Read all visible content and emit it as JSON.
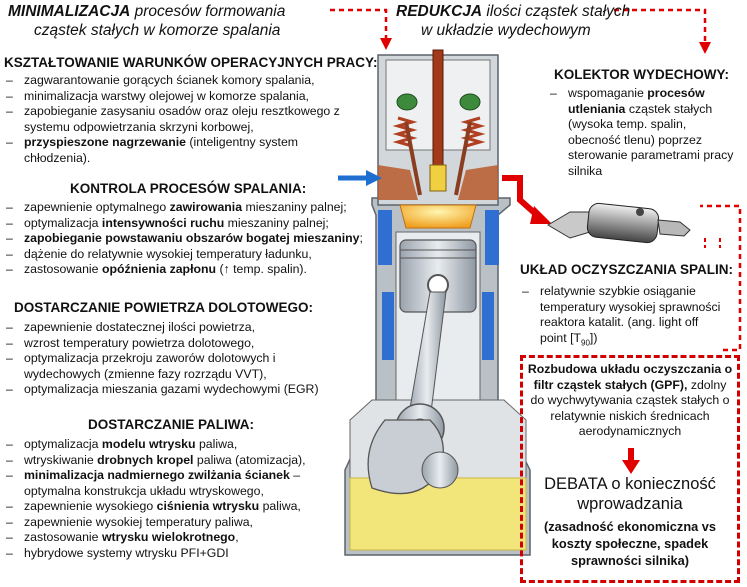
{
  "titles": {
    "left_bold": "MINIMALIZACJA",
    "left_rest": " procesów formowania",
    "left_line2": "cząstek stałych w komorze spalania",
    "right_bold": "REDUKCJA",
    "right_rest": " ilości cząstek stałych",
    "right_line2": "w układzie wydechowym"
  },
  "sections": [
    {
      "header": "KSZTAŁTOWANIE WARUNKÓW OPERACYJNYCH PRACY:",
      "items": [
        {
          "pre": "zagwarantowanie gorących ścianek komory spalania,",
          "b": "",
          "post": ""
        },
        {
          "pre": "minimalizacja warstwy olejowej w komorze spalania,",
          "b": "",
          "post": ""
        },
        {
          "pre": "zapobieganie zasysaniu osadów oraz oleju resztkowego z systemu odpowietrzania skrzyni korbowej,",
          "b": "",
          "post": ""
        },
        {
          "pre": "",
          "b": "przyspieszone nagrzewanie",
          "post": " (inteligentny system chłodzenia)."
        }
      ]
    },
    {
      "header": "KONTROLA PROCESÓW SPALANIA:",
      "items": [
        {
          "pre": "zapewnienie optymalnego ",
          "b": "zawirowania",
          "post": " mieszaniny palnej;"
        },
        {
          "pre": "optymalizacja ",
          "b": "intensywności ruchu",
          "post": " mieszaniny palnej;"
        },
        {
          "pre": "",
          "b": "zapobieganie powstawaniu obszarów bogatej mieszaniny",
          "post": ";"
        },
        {
          "pre": "dążenie do relatywnie wysokiej temperatury ładunku,",
          "b": "",
          "post": ""
        },
        {
          "pre": "zastosowanie ",
          "b": "opóźnienia zapłonu",
          "post": " (↑ temp. spalin)."
        }
      ]
    },
    {
      "header": "DOSTARCZANIE POWIETRZA DOLOTOWEGO:",
      "items": [
        {
          "pre": "zapewnienie dostatecznej ilości powietrza,",
          "b": "",
          "post": ""
        },
        {
          "pre": "wzrost temperatury powietrza dolotowego,",
          "b": "",
          "post": ""
        },
        {
          "pre": "optymalizacja przekroju zaworów dolotowych i wydechowych  (zmienne fazy rozrządu VVT),",
          "b": "",
          "post": ""
        },
        {
          "pre": "optymalizacja mieszania gazami wydechowymi  (EGR)",
          "b": "",
          "post": ""
        }
      ]
    },
    {
      "header": "DOSTARCZANIE PALIWA:",
      "items": [
        {
          "pre": "optymalizacja ",
          "b": "modelu wtrysku",
          "post": " paliwa,"
        },
        {
          "pre": "wtryskiwanie ",
          "b": "drobnych kropel",
          "post": " paliwa (atomizacja),"
        },
        {
          "pre": "",
          "b": "minimalizacja  nadmiernego zwilżania ścianek",
          "post": " – optymalna konstrukcja układu wtryskowego,"
        },
        {
          "pre": "zapewnienie wysokiego ",
          "b": "ciśnienia wtrysku",
          "post": " paliwa,"
        },
        {
          "pre": "zapewnienie wysokiej temperatury paliwa,",
          "b": "",
          "post": ""
        },
        {
          "pre": "zastosowanie ",
          "b": "wtrysku wielokrotnego",
          "post": ","
        },
        {
          "pre": "hybrydowe  systemy wtrysku PFI+GDI",
          "b": "",
          "post": ""
        }
      ]
    }
  ],
  "right": {
    "kolektor_header": "KOLEKTOR WYDECHOWY:",
    "kolektor_pre": "wspomaganie ",
    "kolektor_b": "procesów utleniania",
    "kolektor_post": " cząstek stałych (wysoka temp. spalin, obecność tlenu) poprzez sterowanie parametrami pracy silnika",
    "spalin_header": "UKŁAD OCZYSZCZANIA SPALIN:",
    "spalin_text": "relatywnie szybkie osiąganie temperatury wysokiej sprawności reaktora katalit. (ang. light off point [T",
    "spalin_sub": "90",
    "spalin_end": "])",
    "gpf_b": "Rozbudowa układu oczyszczania o filtr cząstek stałych (GPF),",
    "gpf_text": "zdolny do wychwytywania cząstek stałych o relatywnie niskich średnicach aerodynamicznych",
    "debata": "DEBATA o konieczność wprowadzania",
    "debata_b": "(zasadność ekonomiczna vs koszty społeczne, spadek sprawności silnika)"
  }
}
